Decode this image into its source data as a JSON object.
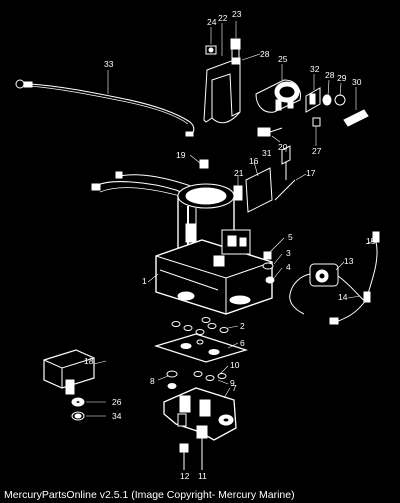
{
  "caption": "MercuryPartsOnline v2.5.1 (Image Copyright- Mercury Marine)",
  "callouts": {
    "c1": "1",
    "c2": "2",
    "c3": "3",
    "c4": "4",
    "c5": "5",
    "c6": "6",
    "c7": "7",
    "c8": "8",
    "c9": "9",
    "c10": "10",
    "c11": "11",
    "c12": "12",
    "c13": "13",
    "c14": "14",
    "c15": "15",
    "c16": "16",
    "c17": "17",
    "c18": "18",
    "c19": "19",
    "c20": "20",
    "c21": "21",
    "c22": "22",
    "c23": "23",
    "c24": "24",
    "c25": "25",
    "c26": "26",
    "c27": "27",
    "c28": "28",
    "c29": "29",
    "c30": "30",
    "c31": "31",
    "c32": "32",
    "c33": "33",
    "c34": "34"
  },
  "colors": {
    "background": "#000000",
    "linework": "#ffffff"
  }
}
